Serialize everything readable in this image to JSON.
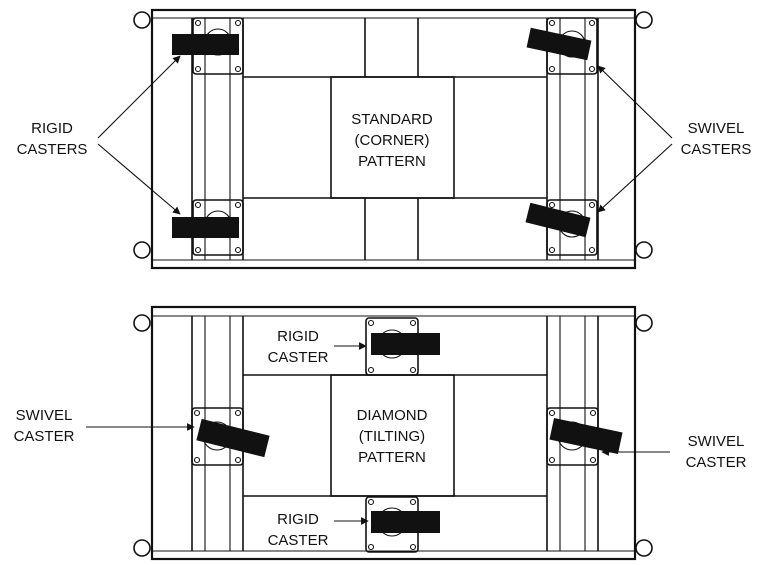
{
  "diagrams": [
    {
      "pattern_label": [
        "STANDARD",
        "(CORNER)",
        "PATTERN"
      ],
      "left_callout": [
        "RIGID",
        "CASTERS"
      ],
      "right_callout": [
        "SWIVEL",
        "CASTERS"
      ]
    },
    {
      "pattern_label": [
        "DIAMOND",
        "(TILTING)",
        "PATTERN"
      ],
      "top_callout": [
        "RIGID",
        "CASTER"
      ],
      "bottom_callout": [
        "RIGID",
        "CASTER"
      ],
      "left_callout": [
        "SWIVEL",
        "CASTER"
      ],
      "right_callout": [
        "SWIVEL",
        "CASTER"
      ]
    }
  ],
  "colors": {
    "ink": "#111111",
    "paper": "#ffffff"
  }
}
